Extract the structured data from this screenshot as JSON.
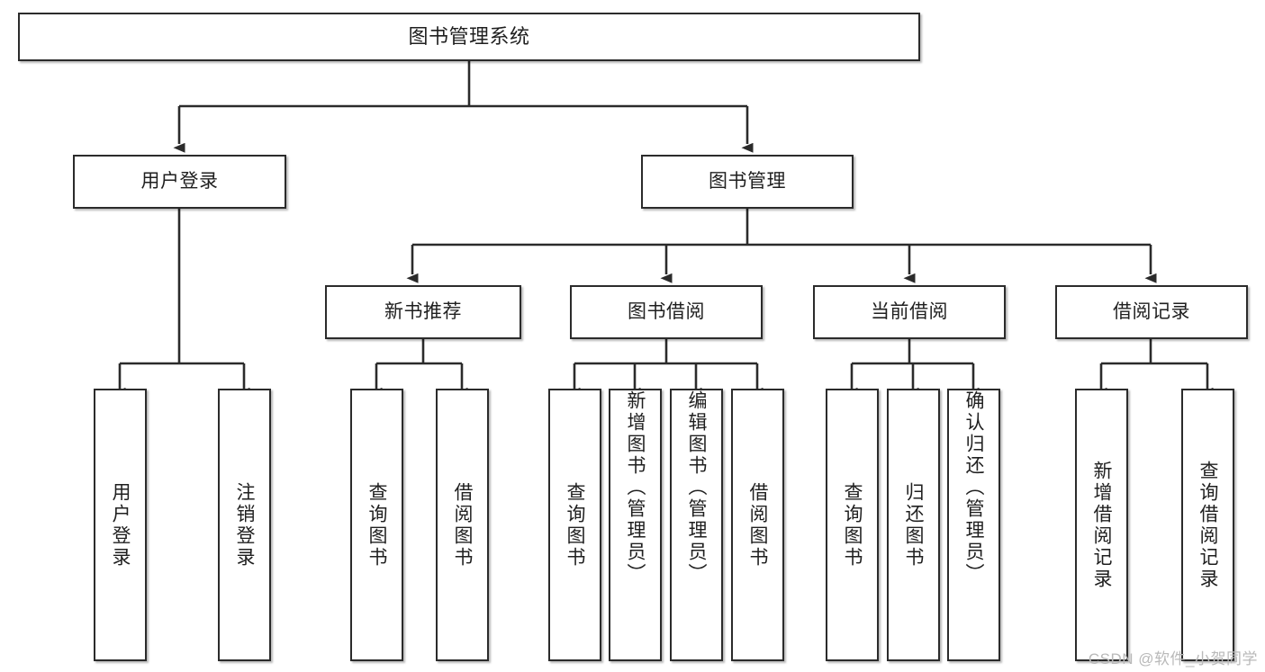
{
  "diagram": {
    "type": "tree",
    "title": "图书管理系统",
    "root": {
      "label": "图书管理系统"
    },
    "level1": [
      {
        "label": "用户登录"
      },
      {
        "label": "图书管理"
      }
    ],
    "level2": [
      {
        "label": "新书推荐"
      },
      {
        "label": "图书借阅"
      },
      {
        "label": "当前借阅"
      },
      {
        "label": "借阅记录"
      }
    ],
    "leaves": {
      "user_login": [
        {
          "label": "用户登录"
        },
        {
          "label": "注销登录"
        }
      ],
      "new_book_recommend": [
        {
          "label": "查询图书"
        },
        {
          "label": "借阅图书"
        }
      ],
      "book_borrow": [
        {
          "label": "查询图书"
        },
        {
          "label": "新增图书（管理员）"
        },
        {
          "label": "编辑图书（管理员）"
        },
        {
          "label": "借阅图书"
        }
      ],
      "current_borrow": [
        {
          "label": "查询图书"
        },
        {
          "label": "归还图书"
        },
        {
          "label": "确认归还（管理员）"
        }
      ],
      "borrow_record": [
        {
          "label": "新增借阅记录"
        },
        {
          "label": "查询借阅记录"
        }
      ]
    }
  },
  "watermark": {
    "text": "CSDN @软件_小贺同学"
  },
  "colors": {
    "box_border": "#2b2b2b",
    "box_fill": "#ffffff",
    "text": "#1f1f1f",
    "connector": "#2b2b2b",
    "watermark": "#b9b9b9",
    "background": "#ffffff"
  }
}
